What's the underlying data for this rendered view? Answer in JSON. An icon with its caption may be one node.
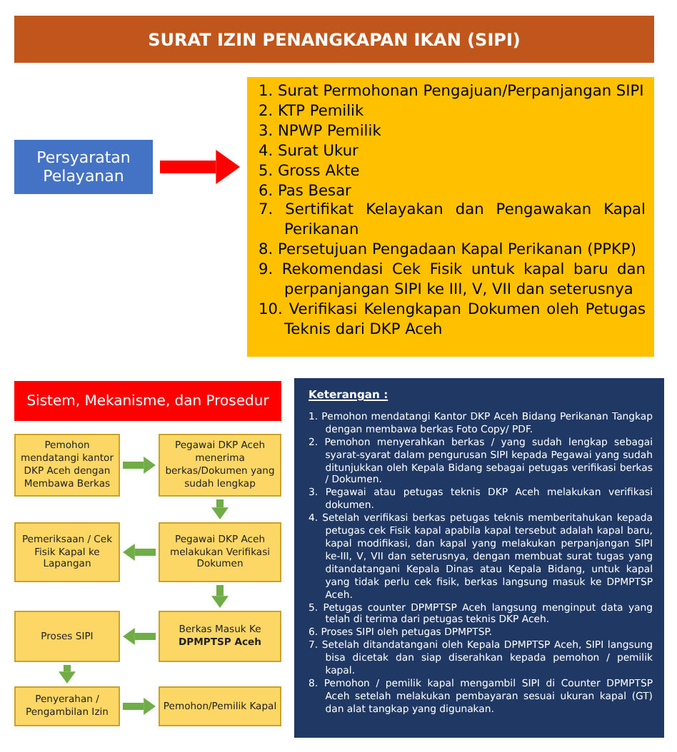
{
  "diagram": {
    "title": "SURAT IZIN PENANGKAPAN IKAN (SIPI)",
    "nodes": [
      {
        "text": [
          "Persyaratan Pelayanan"
        ]
      },
      {
        "text": [
          "1. Surat Permohonan Pengajuan/Perpanjangan SIPI",
          "2. KTP Pemilik",
          "3. NPWP Pemilik",
          "4. Surat Ukur",
          "5. Gross Akte",
          "6. Pas Besar",
          "7. Sertifikat Kelayakan dan Pengawakan Kapal Perikanan",
          "8. Persetujuan Pengadaan Kapal Perikanan (PPKP)",
          "9. Rekomendasi Cek Fisik untuk kapal baru dan perpanjangan SIPI ke III, V, VII dan seterusnya",
          "10. Verifikasi Kelengkapan Dokumen oleh Petugas Teknis dari DKP Aceh"
        ]
      },
      {
        "text": [
          "Sistem, Mekanisme, dan Prosedur"
        ]
      },
      {
        "text": [
          "Pemohon mendatangi kantor DKP Aceh dengan Membawa Berkas"
        ]
      },
      {
        "text": [
          "Pegawai DKP Aceh menerima berkas/Dokumen yang sudah lengkap"
        ]
      },
      {
        "text": [
          "Pemeriksaan / Cek Fisik Kapal ke Lapangan"
        ]
      },
      {
        "text": [
          "Pegawai DKP Aceh melakukan Verifikasi Dokumen"
        ]
      },
      {
        "text": [
          "Proses SIPI"
        ]
      },
      {
        "text": [
          "Berkas Masuk Ke **DPMPTSP Aceh**"
        ]
      },
      {
        "text": [
          "Penyerahan / Pengambilan Izin"
        ]
      },
      {
        "text": [
          "Pemohon/Pemilik Kapal"
        ]
      },
      {
        "text": [
          "Keterangan :",
          "1. Pemohon mendatangi Kantor DKP Aceh Bidang Perikanan Tangkap dengan membawa berkas Foto Copy/ PDF.",
          "2. Pemohon menyerahkan berkas / yang sudah lengkap sebagai syarat-syarat dalam pengurusan SIPI kepada Pegawai yang sudah ditunjukkan oleh Kepala Bidang sebagai petugas verifikasi berkas / Dokumen.",
          "3. Pegawai atau petugas teknis DKP Aceh melakukan verifikasi dokumen.",
          "4. Setelah verifikasi berkas petugas teknis memberitahukan kepada petugas cek Fisik kapal apabila kapal tersebut adalah kapal baru, kapal modifikasi, dan kapal yang melakukan perpanjangan SIPI ke-III, V, VII dan seterusnya, dengan membuat surat tugas yang ditandatangani Kepala Dinas atau Kepala Bidang, untuk kapal yang tidak perlu cek fisik, berkas langsung masuk ke DPMPTSP Aceh.",
          "5. Petugas counter DPMPTSP Aceh langsung menginput data yang telah di terima dari petugas teknis DKP Aceh.",
          "6. Proses SIPI oleh petugas DPMPTSP.",
          "7. Setelah ditandatangani oleh Kepala DPMPTSP Aceh, SIPI langsung bisa dicetak dan siap diserahkan kepada pemohon / pemilik kapal.",
          "8. Pemohon / pemilik kapal mengambil SIPI di Counter DPMPTSP Aceh setelah melakukan pembayaran sesuai ukuran kapal (GT) dan alat tangkap yang digunakan."
        ]
      }
    ],
    "edges": [
      {
        "from": 0,
        "to": 1,
        "arrow": "to",
        "style": "thick",
        "color": "#ff0000"
      },
      {
        "from": 3,
        "to": 4,
        "arrow": "to"
      },
      {
        "from": 4,
        "to": 6,
        "arrow": "to"
      },
      {
        "from": 6,
        "to": 5,
        "arrow": "to"
      },
      {
        "from": 6,
        "to": 8,
        "arrow": "to"
      },
      {
        "from": 8,
        "to": 7,
        "arrow": "to"
      },
      {
        "from": 7,
        "to": 9,
        "arrow": "to"
      },
      {
        "from": 9,
        "to": 10,
        "arrow": "to"
      }
    ]
  }
}
